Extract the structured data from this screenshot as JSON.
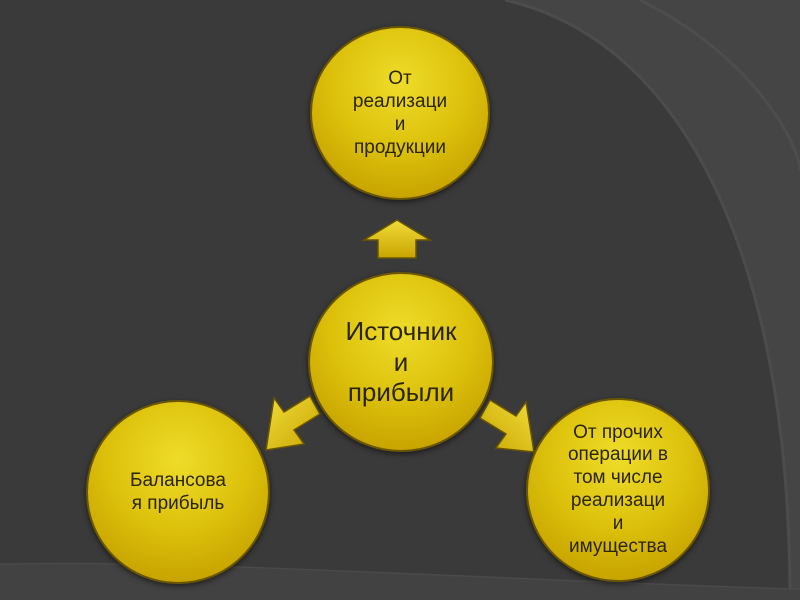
{
  "diagram": {
    "center": {
      "label": "Источник\nи\nприбыли"
    },
    "top": {
      "label": "От\nреализаци\nи\nпродукции"
    },
    "left": {
      "label": "Балансова\nя прибыль"
    },
    "right": {
      "label": "От прочих\nоперации в\nтом числе\nреализаци\nи\nимущества"
    }
  },
  "colors": {
    "background": "#3b3b3b",
    "node_fill": "#ddc20c",
    "node_border": "#6b5600",
    "text": "#2a2500"
  }
}
